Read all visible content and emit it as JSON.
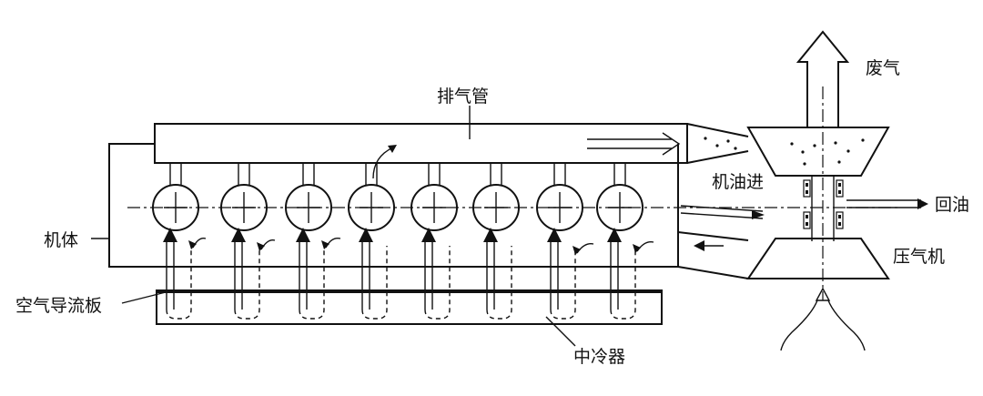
{
  "labels": {
    "exhaust_pipe": "排气管",
    "exhaust_gas": "废气",
    "oil_in": "机油进",
    "oil_return": "回油",
    "compressor": "压气机",
    "engine_body": "机体",
    "air_baffle": "空气导流板",
    "intercooler": "中冷器"
  }
}
